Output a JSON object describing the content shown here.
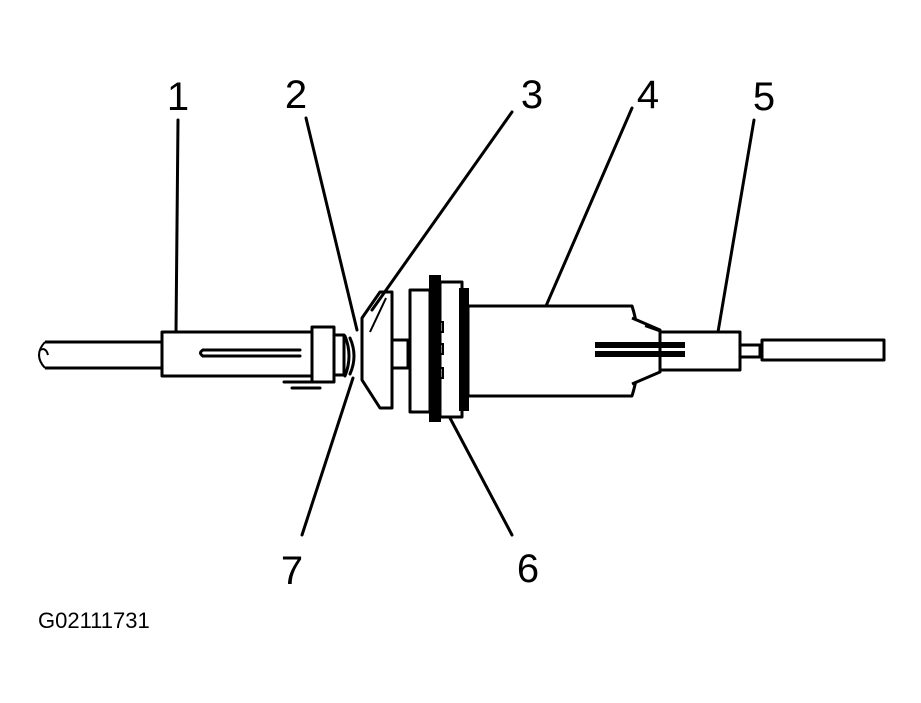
{
  "figure_id": "G02111731",
  "callouts": [
    {
      "id": "1",
      "label": "1"
    },
    {
      "id": "2",
      "label": "2"
    },
    {
      "id": "3",
      "label": "3"
    },
    {
      "id": "4",
      "label": "4"
    },
    {
      "id": "5",
      "label": "5"
    },
    {
      "id": "6",
      "label": "6"
    },
    {
      "id": "7",
      "label": "7"
    }
  ]
}
